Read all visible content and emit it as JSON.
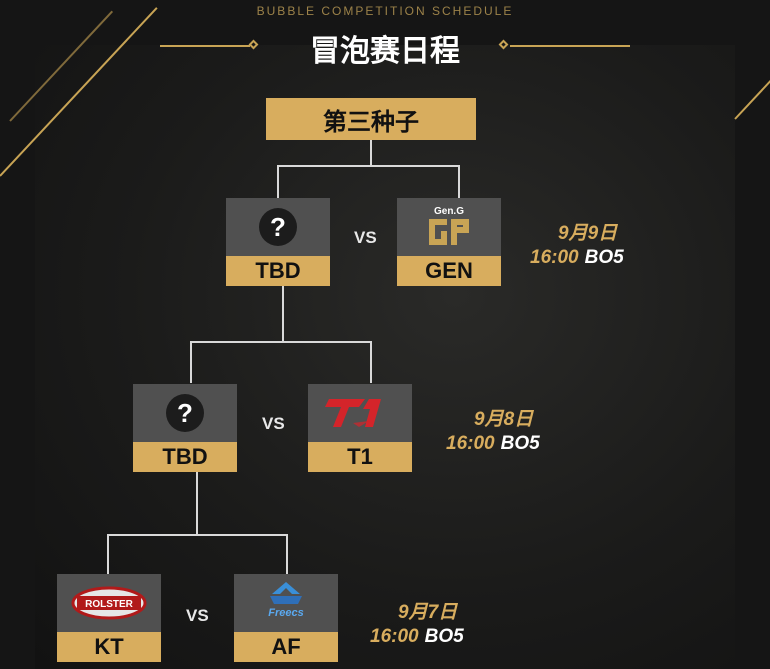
{
  "header": {
    "subtitle": "BUBBLE COMPETITION SCHEDULE",
    "title": "冒泡赛日程"
  },
  "seed_label": "第三种子",
  "vs_label": "VS",
  "rounds": [
    {
      "team1": {
        "name": "TBD",
        "logo": "question-mark-icon"
      },
      "team2": {
        "name": "GEN",
        "logo": "gen-g-logo",
        "logo_text": "Gen.G"
      },
      "date": "9月9日",
      "time": "16:00",
      "format": "BO5"
    },
    {
      "team1": {
        "name": "TBD",
        "logo": "question-mark-icon"
      },
      "team2": {
        "name": "T1",
        "logo": "t1-logo"
      },
      "date": "9月8日",
      "time": "16:00",
      "format": "BO5"
    },
    {
      "team1": {
        "name": "KT",
        "logo": "kt-rolster-logo",
        "logo_text": "ROLSTER"
      },
      "team2": {
        "name": "AF",
        "logo": "afreeca-freecs-logo",
        "logo_text": "Freecs"
      },
      "date": "9月7日",
      "time": "16:00",
      "format": "BO5"
    }
  ],
  "colors": {
    "gold": "#d8ad5e",
    "logo_box": "#505050",
    "background": "#151515"
  }
}
